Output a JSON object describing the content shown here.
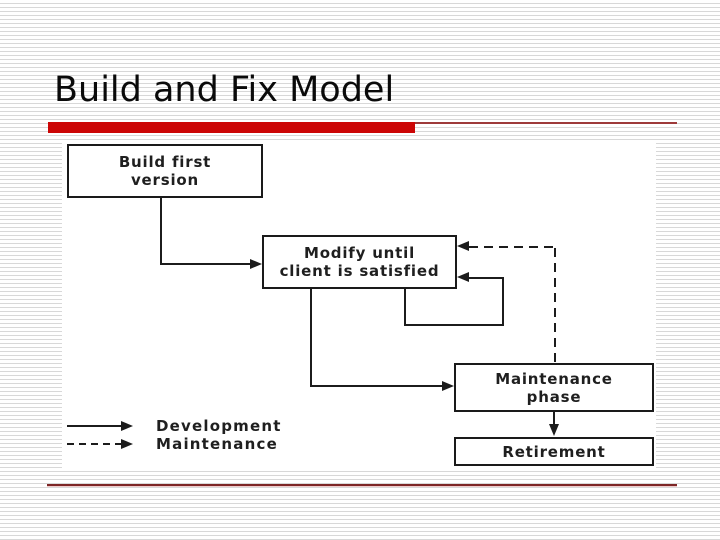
{
  "slide": {
    "title": "Build and Fix Model",
    "colors": {
      "accent_bar": "#cc0606",
      "accent_thin_line": "#9e3a3a",
      "footer_rule": "#7d2626",
      "stripe": "#d8d8d8",
      "diagram_ink": "#1c1c1c"
    }
  },
  "diagram": {
    "boxes": {
      "build": {
        "line1": "Build first",
        "line2": "version"
      },
      "modify": {
        "line1": "Modify until",
        "line2": "client is satisfied"
      },
      "maintenance": {
        "line1": "Maintenance",
        "line2": "phase"
      },
      "retirement": {
        "line1": "Retirement"
      }
    },
    "legend": {
      "development_label": "Development",
      "maintenance_label": "Maintenance",
      "development_style": "solid-arrow",
      "maintenance_style": "dashed-arrow"
    }
  }
}
